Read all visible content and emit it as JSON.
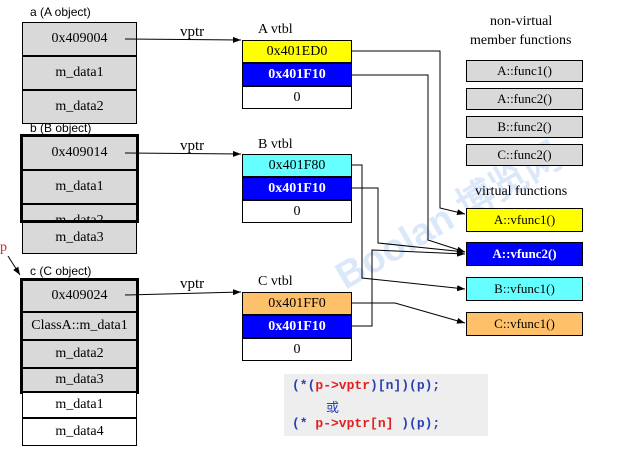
{
  "objects": {
    "a": {
      "title": "a (A object)",
      "vptr": "0x409004",
      "fields": [
        "m_data1",
        "m_data2"
      ]
    },
    "b": {
      "title": "b (B object)",
      "vptr": "0x409014",
      "fields": [
        "m_data1",
        "m_data2",
        "m_data3"
      ]
    },
    "c": {
      "title": "c (C object)",
      "vptr": "0x409024",
      "fields": [
        "ClassA::m_data1",
        "m_data2",
        "m_data3",
        "m_data1",
        "m_data4"
      ]
    }
  },
  "vptr_label": "vptr",
  "pointer_label": "p",
  "vtables": {
    "a": {
      "title": "A vtbl",
      "entries": [
        "0x401ED0",
        "0x401F10",
        "0"
      ]
    },
    "b": {
      "title": "B vtbl",
      "entries": [
        "0x401F80",
        "0x401F10",
        "0"
      ]
    },
    "c": {
      "title": "C vtbl",
      "entries": [
        "0x401FF0",
        "0x401F10",
        "0"
      ]
    }
  },
  "nonvirtual": {
    "heading_line1": "non-virtual",
    "heading_line2": "member functions",
    "items": [
      "A::func1()",
      "A::func2()",
      "B::func2()",
      "C::func2()"
    ]
  },
  "virtual": {
    "heading": "virtual functions",
    "items": [
      "A::vfunc1()",
      "A::vfunc2()",
      "B::vfunc1()",
      "C::vfunc1()"
    ]
  },
  "code": {
    "line1": [
      {
        "text": "(*(",
        "color": "blue"
      },
      {
        "text": "p->vptr",
        "color": "red"
      },
      {
        "text": ")[n])",
        "color": "blue"
      },
      {
        "text": "(p);",
        "color": "blue"
      }
    ],
    "line2": "或",
    "line3": [
      {
        "text": "(* ",
        "color": "blue"
      },
      {
        "text": "p->vptr[n]",
        "color": "red"
      },
      {
        "text": " )(p);",
        "color": "blue"
      }
    ]
  },
  "watermark": {
    "text1": "Boolan",
    "text2": "博览网"
  },
  "colors": {
    "yellow": "#ffff00",
    "blue": "#0000ff",
    "cyan": "#66ffff",
    "orange": "#ffc06a",
    "gray": "#d9d9d9",
    "code_bg": "#eeeeee",
    "red": "#e02020"
  }
}
